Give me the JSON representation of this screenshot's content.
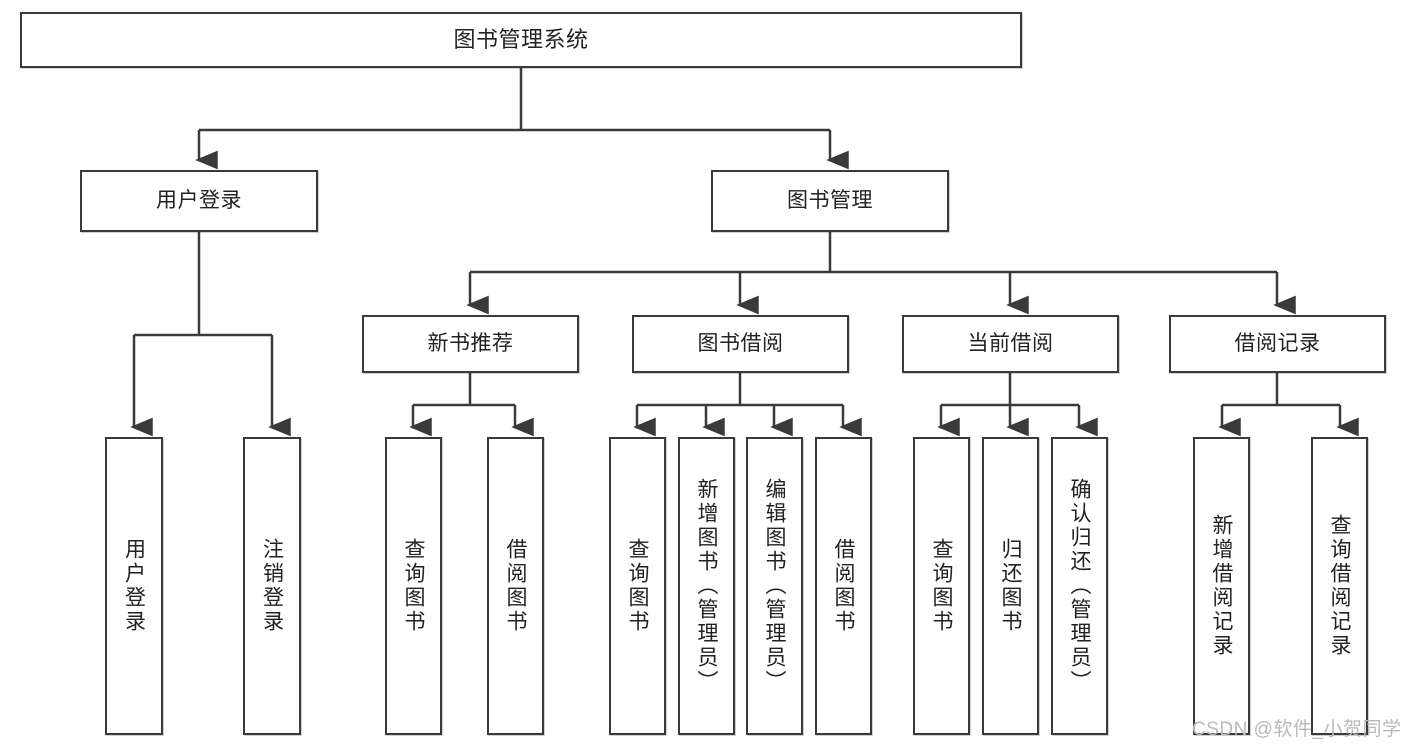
{
  "diagram": {
    "type": "tree-hierarchy",
    "orientation": "top-down",
    "title": "图书管理系统",
    "root": {
      "id": "root",
      "label": "图书管理系统",
      "text_orientation": "horizontal"
    },
    "level1": [
      {
        "id": "user-login",
        "label": "用户登录",
        "text_orientation": "horizontal"
      },
      {
        "id": "book-management",
        "label": "图书管理",
        "text_orientation": "horizontal"
      }
    ],
    "level2": [
      {
        "id": "new-book-recommend",
        "label": "新书推荐",
        "parent": "book-management",
        "text_orientation": "horizontal"
      },
      {
        "id": "book-borrow",
        "label": "图书借阅",
        "parent": "book-management",
        "text_orientation": "horizontal"
      },
      {
        "id": "current-borrow",
        "label": "当前借阅",
        "parent": "book-management",
        "text_orientation": "horizontal"
      },
      {
        "id": "borrow-record",
        "label": "借阅记录",
        "parent": "book-management",
        "text_orientation": "horizontal"
      }
    ],
    "leaves": [
      {
        "id": "leaf-user-login",
        "label": "用户登录",
        "parent": "user-login",
        "text_orientation": "vertical"
      },
      {
        "id": "leaf-user-logout",
        "label": "注销登录",
        "parent": "user-login",
        "text_orientation": "vertical"
      },
      {
        "id": "leaf-query-book-1",
        "label": "查询图书",
        "parent": "new-book-recommend",
        "text_orientation": "vertical"
      },
      {
        "id": "leaf-borrow-book-1",
        "label": "借阅图书",
        "parent": "new-book-recommend",
        "text_orientation": "vertical"
      },
      {
        "id": "leaf-query-book-2",
        "label": "查询图书",
        "parent": "book-borrow",
        "text_orientation": "vertical"
      },
      {
        "id": "leaf-add-book",
        "label": "新增图书（管理员）",
        "parent": "book-borrow",
        "text_orientation": "vertical"
      },
      {
        "id": "leaf-edit-book",
        "label": "编辑图书（管理员）",
        "parent": "book-borrow",
        "text_orientation": "vertical"
      },
      {
        "id": "leaf-borrow-book-2",
        "label": "借阅图书",
        "parent": "book-borrow",
        "text_orientation": "vertical"
      },
      {
        "id": "leaf-query-book-3",
        "label": "查询图书",
        "parent": "current-borrow",
        "text_orientation": "vertical"
      },
      {
        "id": "leaf-return-book",
        "label": "归还图书",
        "parent": "current-borrow",
        "text_orientation": "vertical"
      },
      {
        "id": "leaf-confirm-return",
        "label": "确认归还（管理员）",
        "parent": "current-borrow",
        "text_orientation": "vertical"
      },
      {
        "id": "leaf-add-record",
        "label": "新增借阅记录",
        "parent": "borrow-record",
        "text_orientation": "vertical"
      },
      {
        "id": "leaf-query-record",
        "label": "查询借阅记录",
        "parent": "borrow-record",
        "text_orientation": "vertical"
      }
    ],
    "colors": {
      "box_border": "#3a3a3a",
      "box_fill": "#ffffff",
      "connector": "#3a3a3a",
      "text": "#222222",
      "watermark": "#b9b9b9",
      "background": "#ffffff"
    }
  },
  "watermark": {
    "text": "CSDN @软件_小贺同学"
  }
}
